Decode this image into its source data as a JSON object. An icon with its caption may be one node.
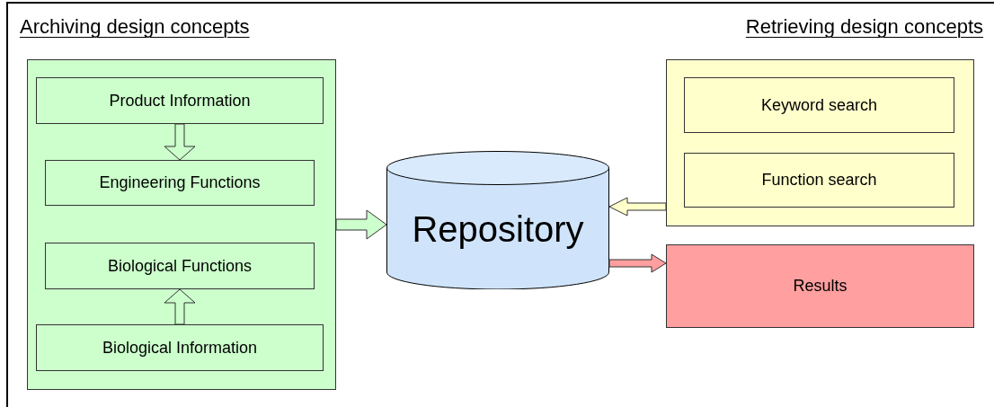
{
  "diagram": {
    "nodes": [
      {
        "text": [],
        "shape": "box"
      },
      {
        "text": [
          "Product Information"
        ],
        "in": 0
      },
      {
        "text": [
          "Engineering Functions"
        ],
        "in": 0
      },
      {
        "text": [
          "Biological Functions"
        ],
        "in": 0
      },
      {
        "text": [
          "Biological Information"
        ],
        "in": 0
      },
      {
        "text": [
          "Repository"
        ]
      },
      {
        "text": [],
        "shape": "box"
      },
      {
        "text": [
          "Keyword search"
        ],
        "in": 6
      },
      {
        "text": [
          "Function search"
        ],
        "in": 6
      },
      {
        "text": [
          "Results"
        ]
      }
    ],
    "edges": [
      {
        "from": 1,
        "to": 2,
        "arrow": "to"
      },
      {
        "from": 4,
        "to": 3,
        "arrow": "to"
      },
      {
        "from": 0,
        "to": 5,
        "arrow": "to"
      },
      {
        "from": 6,
        "to": 5,
        "arrow": "to",
        "color": "#ffffcc"
      },
      {
        "from": 5,
        "to": 9,
        "arrow": "to",
        "color": "#ff9f9f"
      }
    ],
    "labels": [
      "Archiving design concepts",
      "Retrieving design concepts"
    ]
  }
}
